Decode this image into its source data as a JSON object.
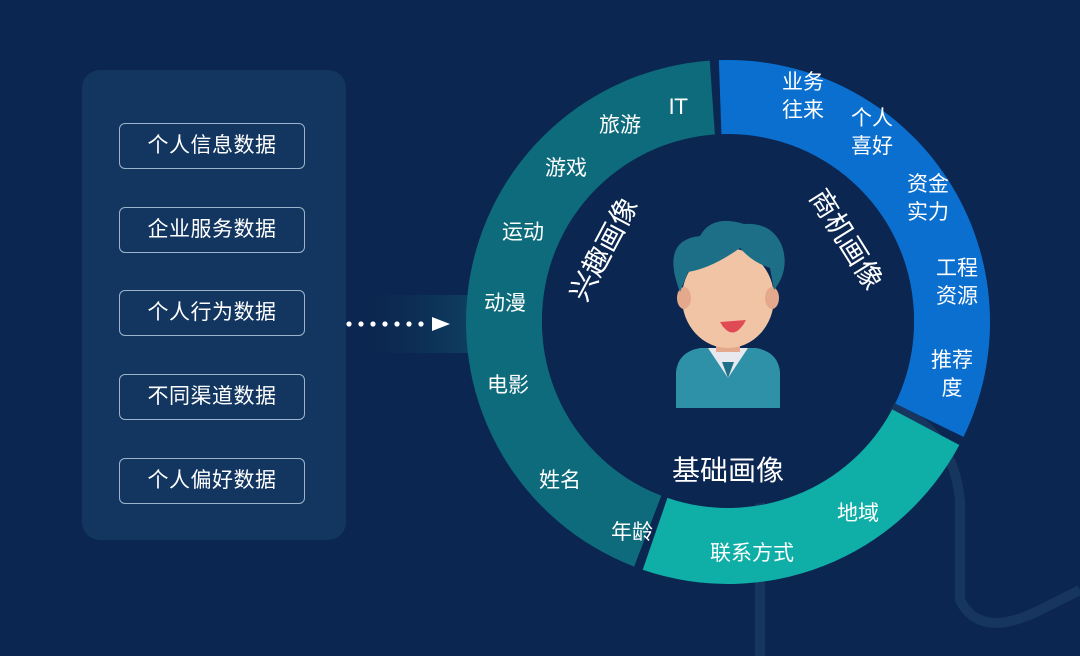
{
  "data_sources": [
    "个人信息数据",
    "企业服务数据",
    "个人行为数据",
    "不同渠道数据",
    "个人偏好数据"
  ],
  "portrait": {
    "segments": [
      {
        "id": "interest",
        "title": "兴趣画像",
        "color": "#0d6b7c",
        "items": [
          {
            "lines": [
              "IT"
            ]
          },
          {
            "lines": [
              "旅游"
            ]
          },
          {
            "lines": [
              "游戏"
            ]
          },
          {
            "lines": [
              "运动"
            ]
          },
          {
            "lines": [
              "动漫"
            ]
          },
          {
            "lines": [
              "电影"
            ]
          }
        ]
      },
      {
        "id": "business",
        "title": "商机画像",
        "color": "#0a6fcf",
        "items": [
          {
            "lines": [
              "业务",
              "往来"
            ]
          },
          {
            "lines": [
              "个人",
              "喜好"
            ]
          },
          {
            "lines": [
              "资金",
              "实力"
            ]
          },
          {
            "lines": [
              "工程",
              "资源"
            ]
          },
          {
            "lines": [
              "推荐",
              "度"
            ]
          }
        ]
      },
      {
        "id": "basic",
        "title": "基础画像",
        "color": "#0faea6",
        "items": [
          {
            "lines": [
              "姓名"
            ]
          },
          {
            "lines": [
              "年龄"
            ]
          },
          {
            "lines": [
              "联系方式"
            ]
          },
          {
            "lines": [
              "地域"
            ]
          }
        ]
      }
    ]
  },
  "colors": {
    "background": "#0b2650",
    "panel": "#123660",
    "center": "#0b2650",
    "arrow_dots": "#ffffff"
  },
  "icons": [
    "user-avatar-icon",
    "arrow-right-icon"
  ]
}
